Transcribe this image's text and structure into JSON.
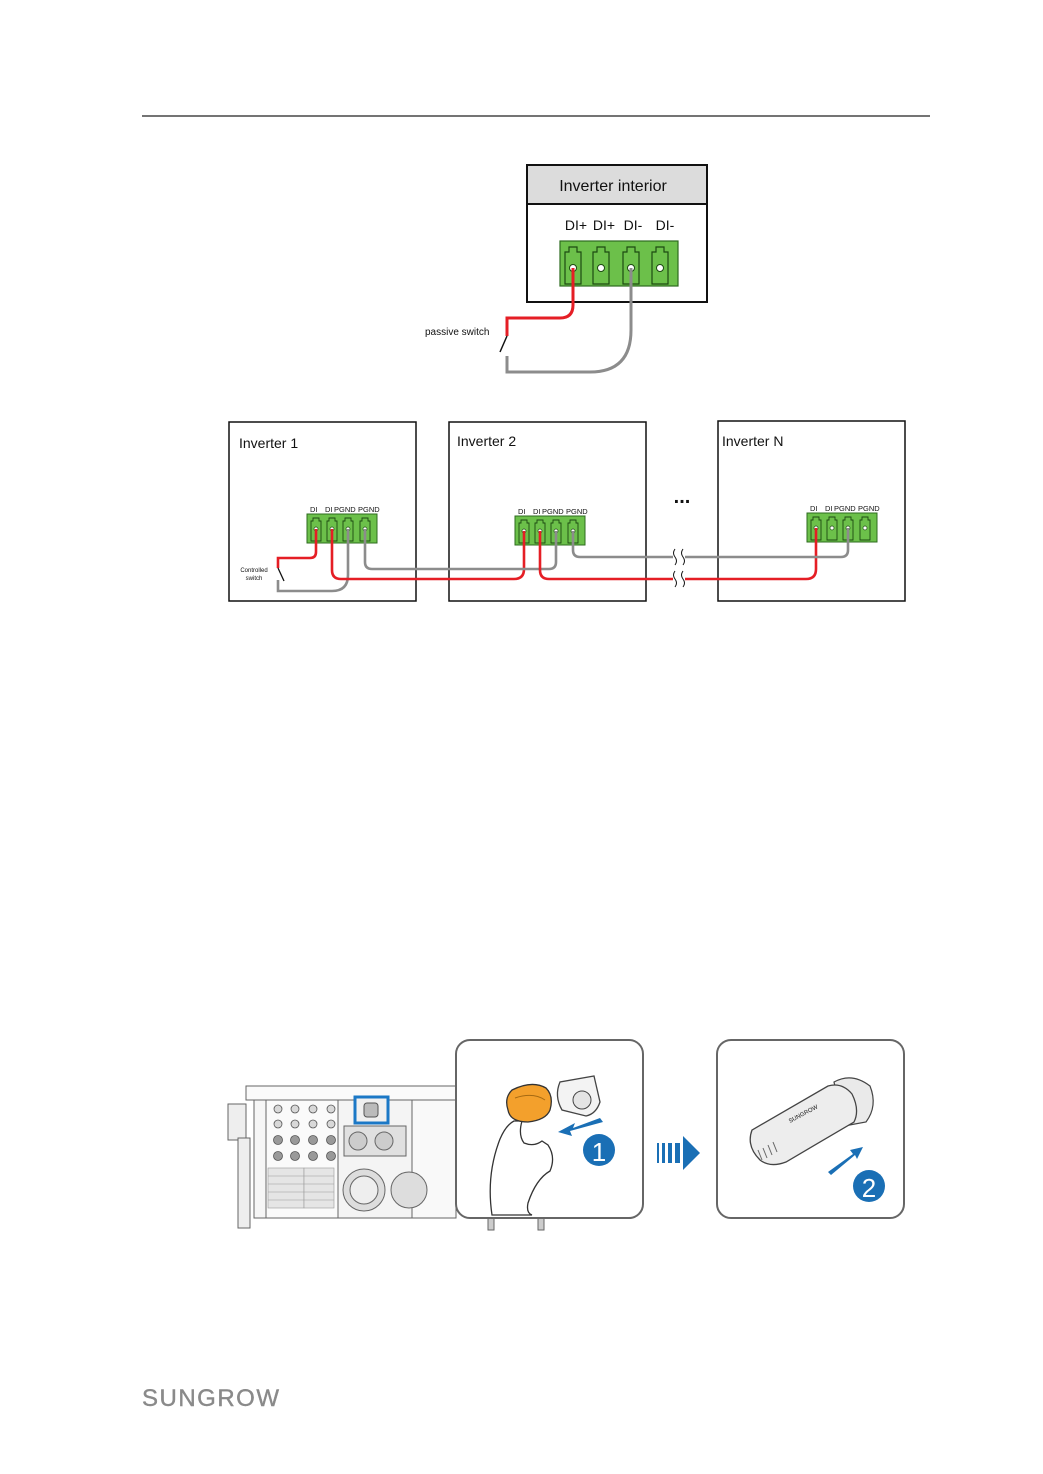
{
  "diagram1": {
    "title": "Inverter interior",
    "terminals": [
      "DI+",
      "DI+",
      "DI-",
      "DI-"
    ],
    "switch_label": "passive switch",
    "colors": {
      "terminal": "#6cc04a",
      "positive_wire": "#e51e25",
      "negative_wire": "#8c8c8c",
      "header_fill": "#dcdcdc"
    }
  },
  "diagram2": {
    "inverters": [
      {
        "name": "Inverter 1"
      },
      {
        "name": "Inverter 2"
      },
      {
        "name": "Inverter N"
      }
    ],
    "terminal_labels": [
      "DI",
      "DI",
      "PGND",
      "PGND"
    ],
    "ellipsis": "...",
    "switch_label_line1": "Controlled",
    "switch_label_line2": "switch"
  },
  "figure3": {
    "step1": "1",
    "step2": "2",
    "plug_brand": "SUNGROW",
    "colors": {
      "orange": "#f3a02c",
      "blue": "#1a6fb5",
      "highlight": "#1b78c6"
    }
  },
  "footer": {
    "logo": "SUNGROW"
  }
}
